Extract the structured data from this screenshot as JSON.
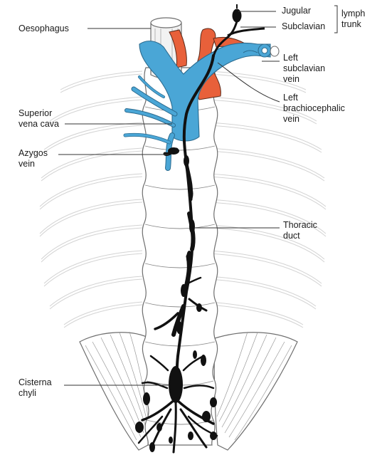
{
  "diagram": {
    "labels": {
      "oesophagus": [
        "Oesophagus"
      ],
      "superior_vena_cava": [
        "Superior",
        "vena cava"
      ],
      "azygos_vein": [
        "Azygos",
        "vein"
      ],
      "cisterna_chyli": [
        "Cisterna",
        "chyli"
      ],
      "jugular": [
        "Jugular"
      ],
      "subclavian": [
        "Subclavian"
      ],
      "lymph_trunk": [
        "lymph",
        "trunk"
      ],
      "left_subclavian_vein": [
        "Left",
        "subclavian",
        "vein"
      ],
      "left_brachiocephalic_vein": [
        "Left",
        "brachiocephalic",
        "vein"
      ],
      "thoracic_duct": [
        "Thoracic",
        "duct"
      ]
    },
    "colors": {
      "vein_blue": "#4aa6d6",
      "artery_orange": "#e8603a",
      "lymph_black": "#111111",
      "outline_gray": "#6e6e6e",
      "rib_gray": "#d0d0d0"
    }
  }
}
